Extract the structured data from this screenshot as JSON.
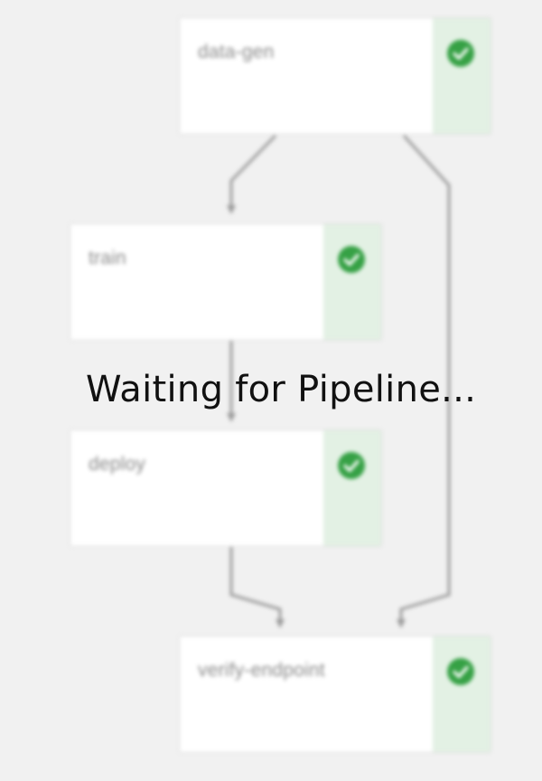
{
  "overlay": {
    "message": "Waiting for Pipeline..."
  },
  "nodes": [
    {
      "label": "data-gen",
      "status": "succeeded",
      "status_icon": "check-circle-icon"
    },
    {
      "label": "train",
      "status": "succeeded",
      "status_icon": "check-circle-icon"
    },
    {
      "label": "deploy",
      "status": "succeeded",
      "status_icon": "check-circle-icon"
    },
    {
      "label": "verify-endpoint",
      "status": "succeeded",
      "status_icon": "check-circle-icon"
    }
  ],
  "edges": [
    {
      "from": "data-gen",
      "to": "train"
    },
    {
      "from": "train",
      "to": "deploy"
    },
    {
      "from": "deploy",
      "to": "verify-endpoint"
    },
    {
      "from": "data-gen",
      "to": "verify-endpoint"
    }
  ],
  "colors": {
    "background": "#f1f1f1",
    "node_bg": "#ffffff",
    "status_success_bg": "#e3f1e4",
    "status_success_icon": "#36a145",
    "edge": "#9a9a9a",
    "label": "#8a8a8a",
    "overlay_text": "#111111"
  }
}
